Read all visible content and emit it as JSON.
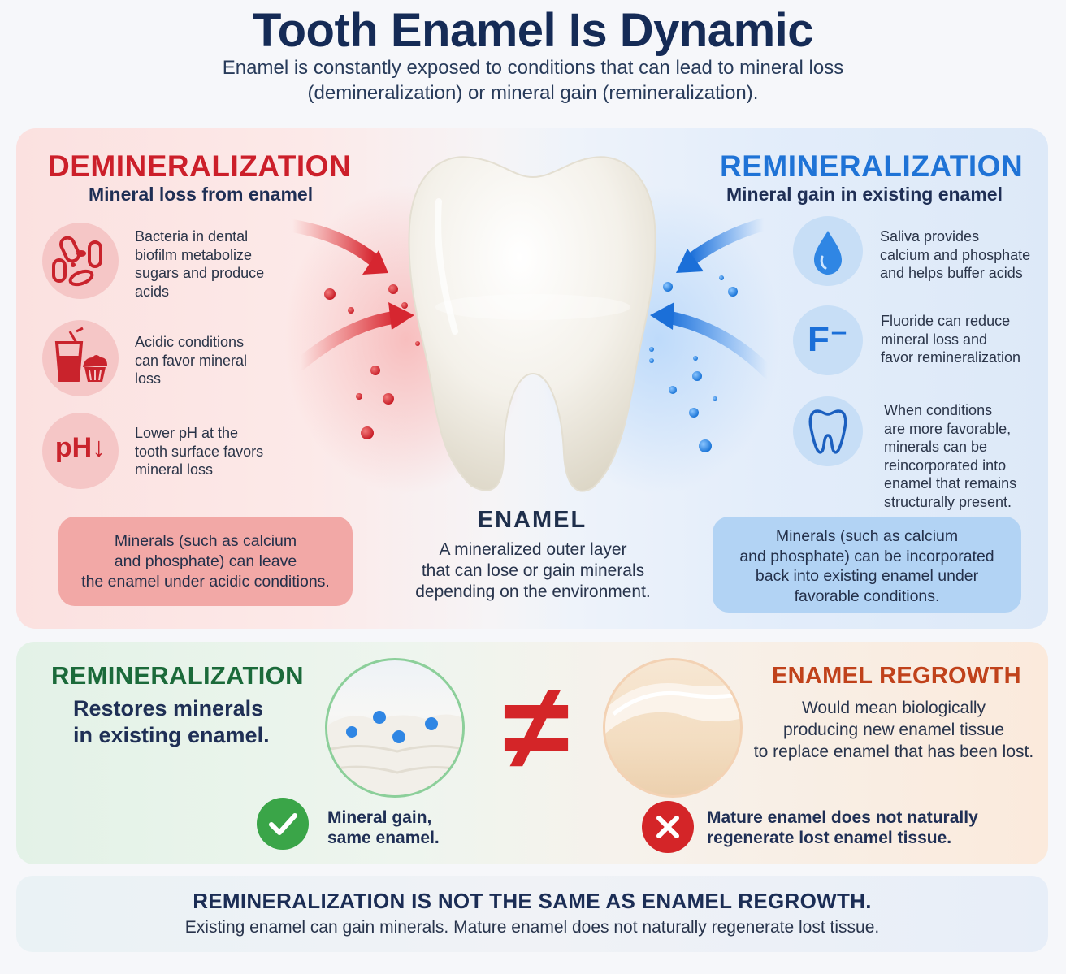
{
  "header": {
    "title": "Tooth Enamel Is Dynamic",
    "subtitle_line1": "Enamel is constantly exposed to conditions that can lead to mineral loss",
    "subtitle_line2": "(demineralization) or mineral gain (remineralization)."
  },
  "demineralization": {
    "title": "DEMINERALIZATION",
    "subtitle": "Mineral loss from enamel",
    "color": "#cc1f2a",
    "items": [
      {
        "icon": "bacteria-icon",
        "lines": [
          "Bacteria in dental",
          "biofilm metabolize",
          "sugars and produce",
          "acids"
        ]
      },
      {
        "icon": "soda-cupcake-icon",
        "lines": [
          "Acidic conditions",
          "can favor mineral",
          "loss"
        ]
      },
      {
        "icon": "ph-down-icon",
        "label": "pH↓",
        "lines": [
          "Lower pH at the",
          "tooth surface favors",
          "mineral loss"
        ]
      }
    ],
    "callout_lines": [
      "Minerals (such as calcium",
      "and phosphate) can leave",
      "the enamel under acidic conditions."
    ]
  },
  "remineralization": {
    "title": "REMINERALIZATION",
    "subtitle": "Mineral gain in existing enamel",
    "color": "#1f73d6",
    "items": [
      {
        "icon": "water-drop-icon",
        "lines": [
          "Saliva provides",
          "calcium and phosphate",
          "and helps buffer acids"
        ]
      },
      {
        "icon": "fluoride-icon",
        "label": "F⁻",
        "lines": [
          "Fluoride can reduce",
          "mineral loss and",
          "favor remineralization"
        ]
      },
      {
        "icon": "tooth-outline-icon",
        "lines": [
          "When conditions",
          "are more favorable,",
          "minerals can be",
          "reincorporated into",
          "enamel that remains",
          "structurally present."
        ]
      }
    ],
    "callout_lines": [
      "Minerals (such as calcium",
      "and phosphate) can be incorporated",
      "back into existing enamel under",
      "favorable conditions."
    ]
  },
  "enamel": {
    "title": "ENAMEL",
    "desc_lines": [
      "A mineralized outer layer",
      "that can lose or gain minerals",
      "depending on the environment."
    ]
  },
  "comparison": {
    "left_title": "REMINERALIZATION",
    "left_title_color": "#1b6a3a",
    "left_sub_lines": [
      "Restores minerals",
      "in existing enamel."
    ],
    "left_badge_lines": [
      "Mineral gain,",
      "same enamel."
    ],
    "symbol": "≠",
    "right_title": "ENAMEL REGROWTH",
    "right_title_color": "#c0421b",
    "right_desc_lines": [
      "Would mean biologically",
      "producing new enamel tissue",
      "to replace enamel that has been lost."
    ],
    "right_badge_lines": [
      "Mature enamel does not naturally",
      "regenerate lost enamel tissue."
    ]
  },
  "footer": {
    "title": "REMINERALIZATION IS NOT THE SAME AS ENAMEL REGROWTH.",
    "subtitle": "Existing enamel can gain minerals. Mature enamel does not naturally regenerate lost tissue."
  }
}
